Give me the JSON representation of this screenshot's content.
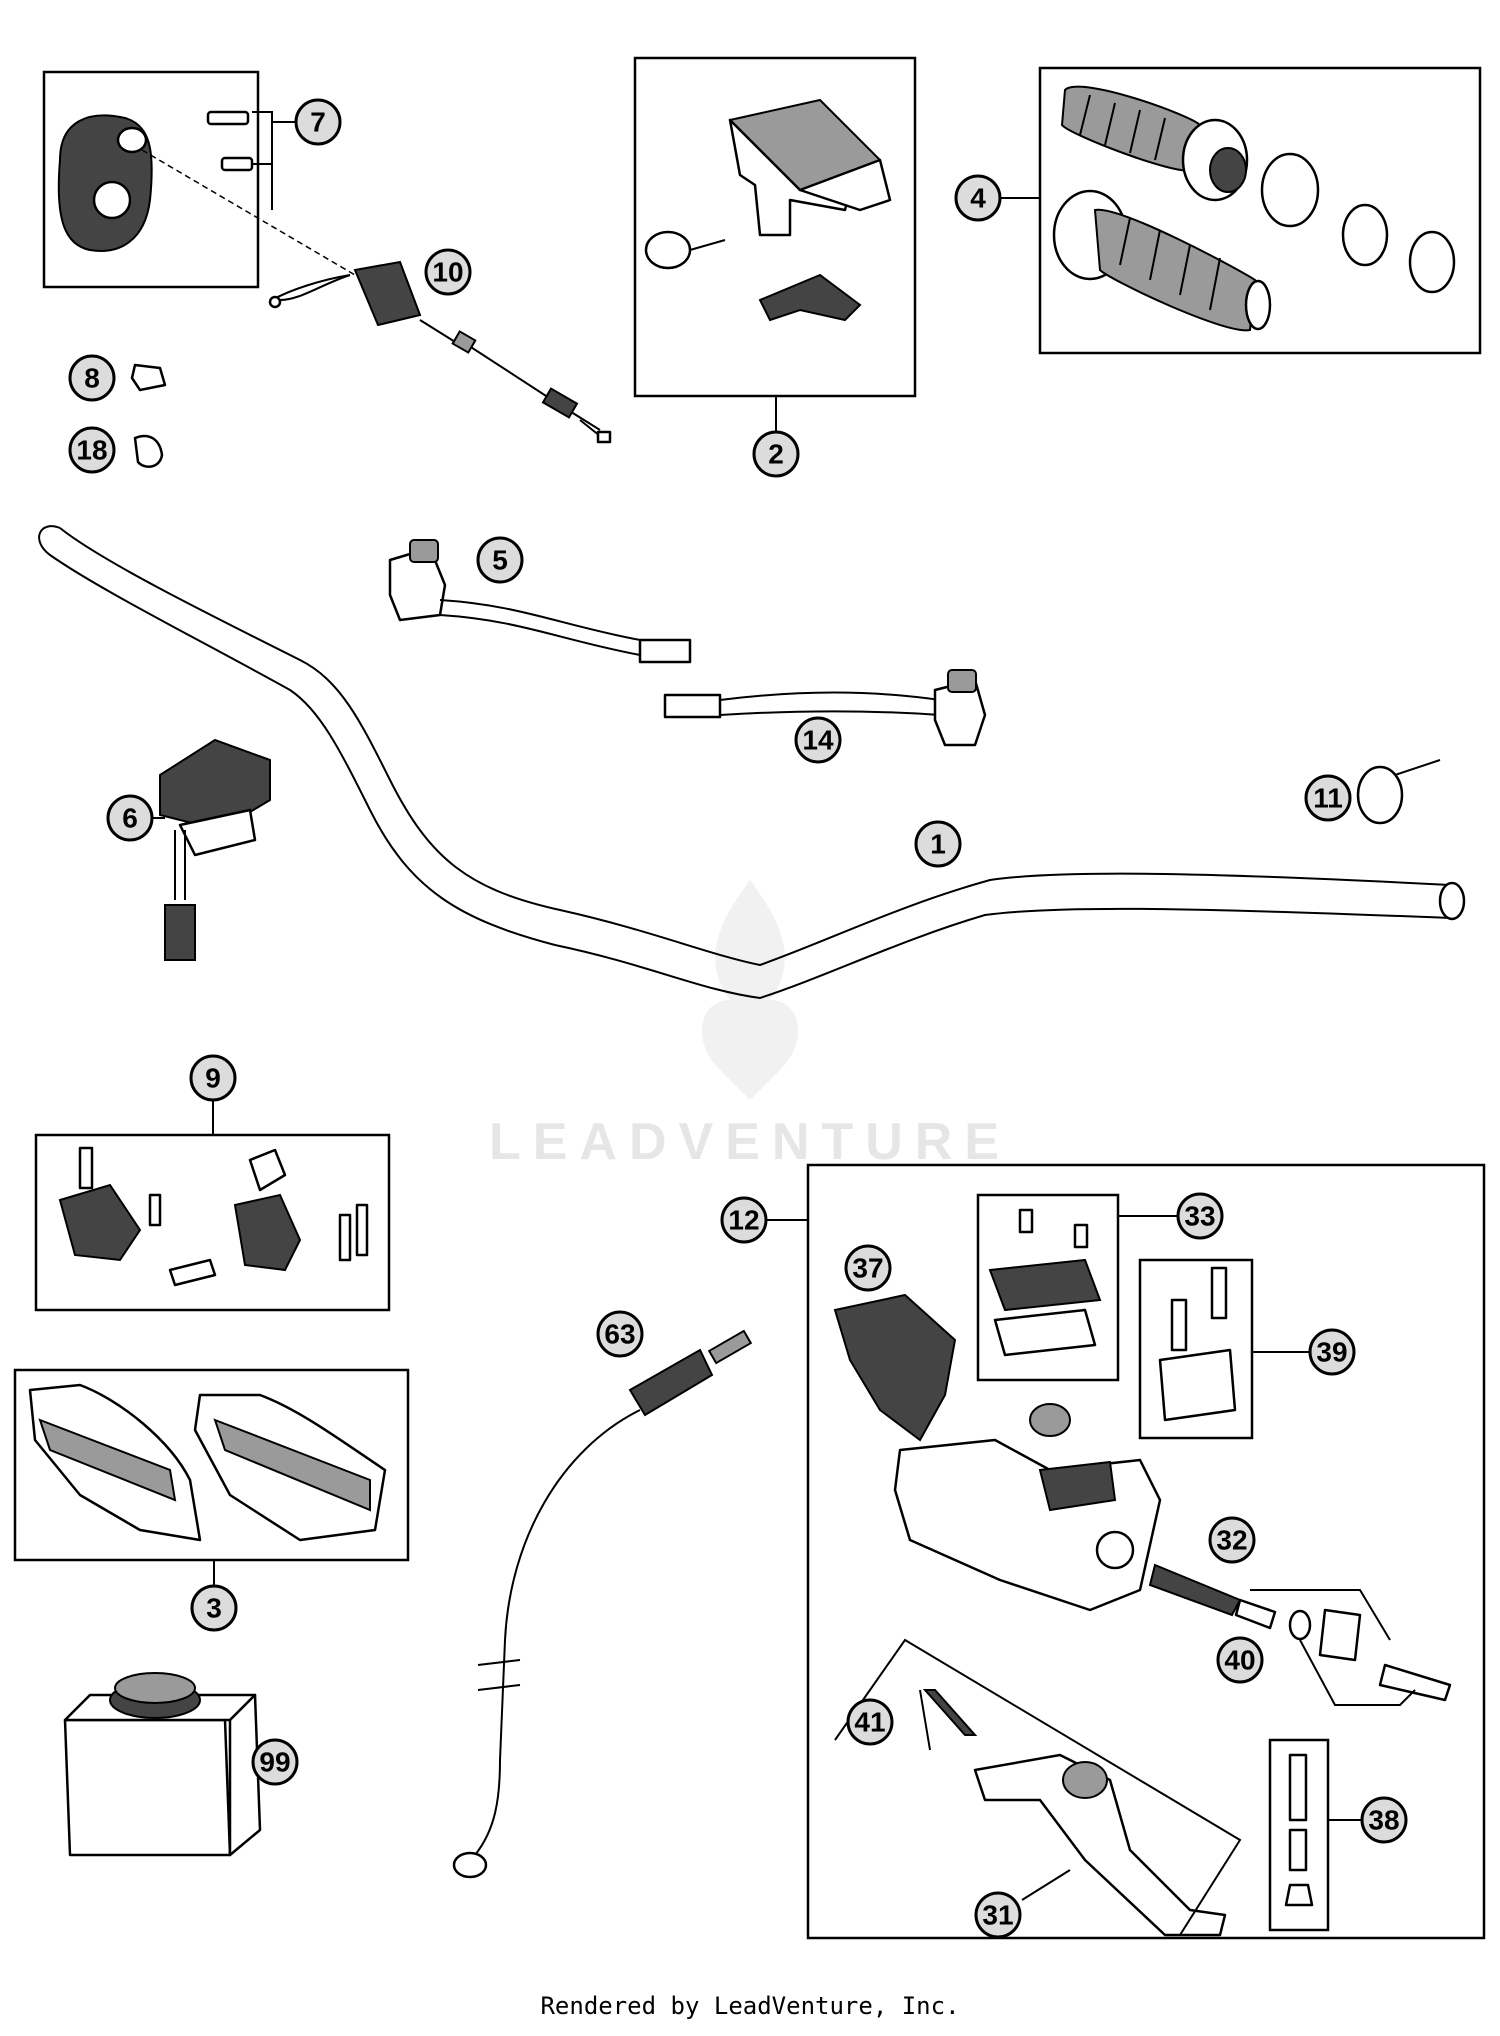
{
  "callouts": [
    "1",
    "2",
    "3",
    "4",
    "5",
    "6",
    "7",
    "8",
    "9",
    "10",
    "11",
    "12",
    "14",
    "18",
    "31",
    "32",
    "33",
    "37",
    "38",
    "39",
    "40",
    "41",
    "63",
    "99"
  ],
  "watermark": "LEADVENTURE",
  "footer": "Rendered by LeadVenture, Inc."
}
